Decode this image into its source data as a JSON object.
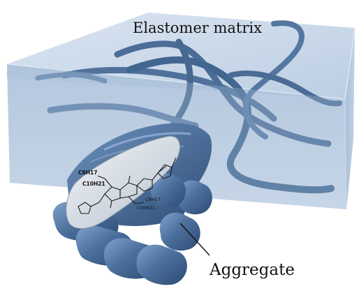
{
  "labels": {
    "matrix": "Elastomer matrix",
    "aggregate": "Aggregate"
  },
  "molecule": {
    "side_chain_1": "C8H17",
    "side_chain_2": "C10H21",
    "side_chain_3": "C10H21",
    "side_chain_4": "C8H17"
  },
  "colors": {
    "matrix_face": "#a9bfd9",
    "matrix_top": "#c9d8ea",
    "fiber": "#4d6f99",
    "fiber_dark": "#33527a",
    "fiber_light": "#7fa0c6",
    "inset": "#d6dde6"
  }
}
